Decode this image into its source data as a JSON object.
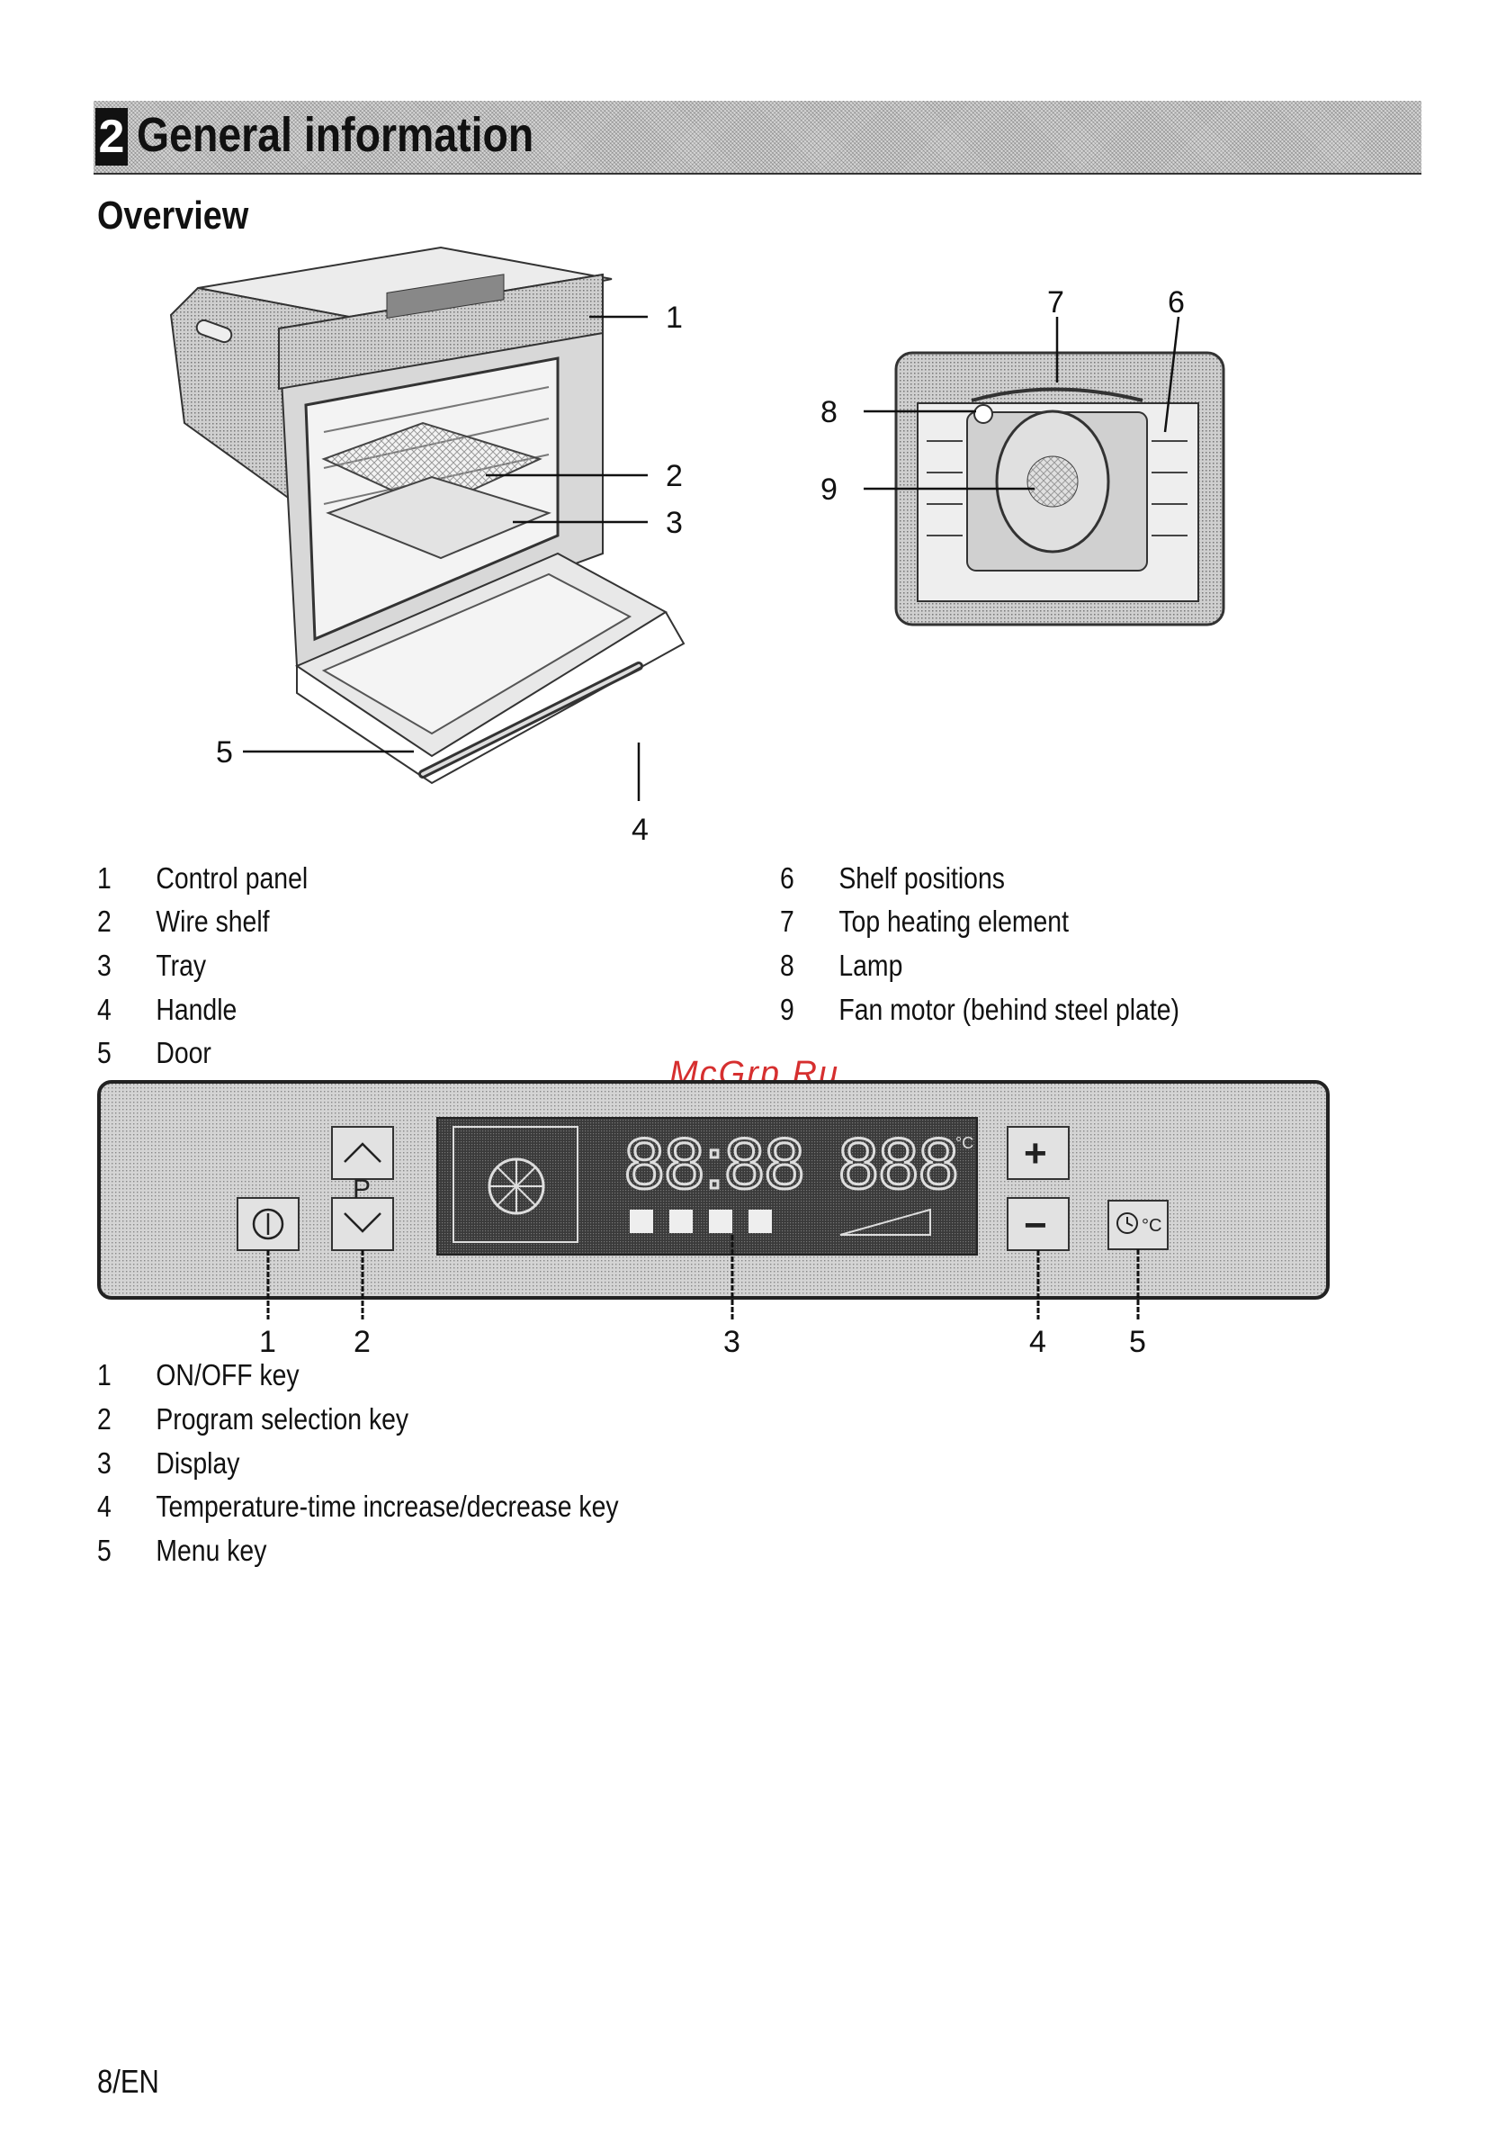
{
  "header": {
    "section_number": "2",
    "title": "General information"
  },
  "overview_title": "Overview",
  "oven_callouts": [
    "1",
    "2",
    "3",
    "4",
    "5"
  ],
  "interior_callouts": [
    "6",
    "7",
    "8",
    "9"
  ],
  "oven_parts": [
    {
      "num": "1",
      "label": "Control panel"
    },
    {
      "num": "2",
      "label": "Wire shelf"
    },
    {
      "num": "3",
      "label": "Tray"
    },
    {
      "num": "4",
      "label": "Handle"
    },
    {
      "num": "5",
      "label": "Door"
    },
    {
      "num": "6",
      "label": "Shelf positions"
    },
    {
      "num": "7",
      "label": "Top heating element"
    },
    {
      "num": "8",
      "label": "Lamp"
    },
    {
      "num": "9",
      "label": "Fan motor (behind steel plate)"
    }
  ],
  "control_panel": {
    "program_key_letter": "P",
    "plus_symbol": "+",
    "minus_symbol": "−",
    "temp_unit": "°C",
    "callouts": [
      "1",
      "2",
      "3",
      "4",
      "5"
    ]
  },
  "panel_parts": [
    {
      "num": "1",
      "label": "ON/OFF key"
    },
    {
      "num": "2",
      "label": "Program selection key"
    },
    {
      "num": "3",
      "label": "Display"
    },
    {
      "num": "4",
      "label": "Temperature-time increase/decrease key"
    },
    {
      "num": "5",
      "label": "Menu key"
    }
  ],
  "watermark": "McGrp.Ru",
  "footer": {
    "page_label": "8/EN"
  }
}
